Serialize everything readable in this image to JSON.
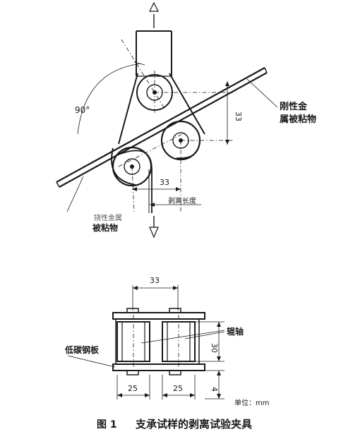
{
  "top_view": {
    "angle_label": "90°",
    "dim_vertical": "33",
    "dim_horizontal": "33",
    "peel_length_label": "剥离长度",
    "rigid_metal_line1": "刚性金",
    "rigid_metal_line2": "属被粘物",
    "flexible_line1": "挠性金属",
    "flexible_line2": "被粘物"
  },
  "bottom_view": {
    "dim_top": "33",
    "roller_label": "辊轴",
    "plate_label": "低碳钢板",
    "dim_height": "30",
    "dim_bottom_left": "25",
    "dim_bottom_right": "25",
    "dim_side": "4",
    "unit_label": "单位：mm"
  },
  "caption": {
    "figure_number": "图 1",
    "title": "支承试样的剥离试验夹具"
  }
}
